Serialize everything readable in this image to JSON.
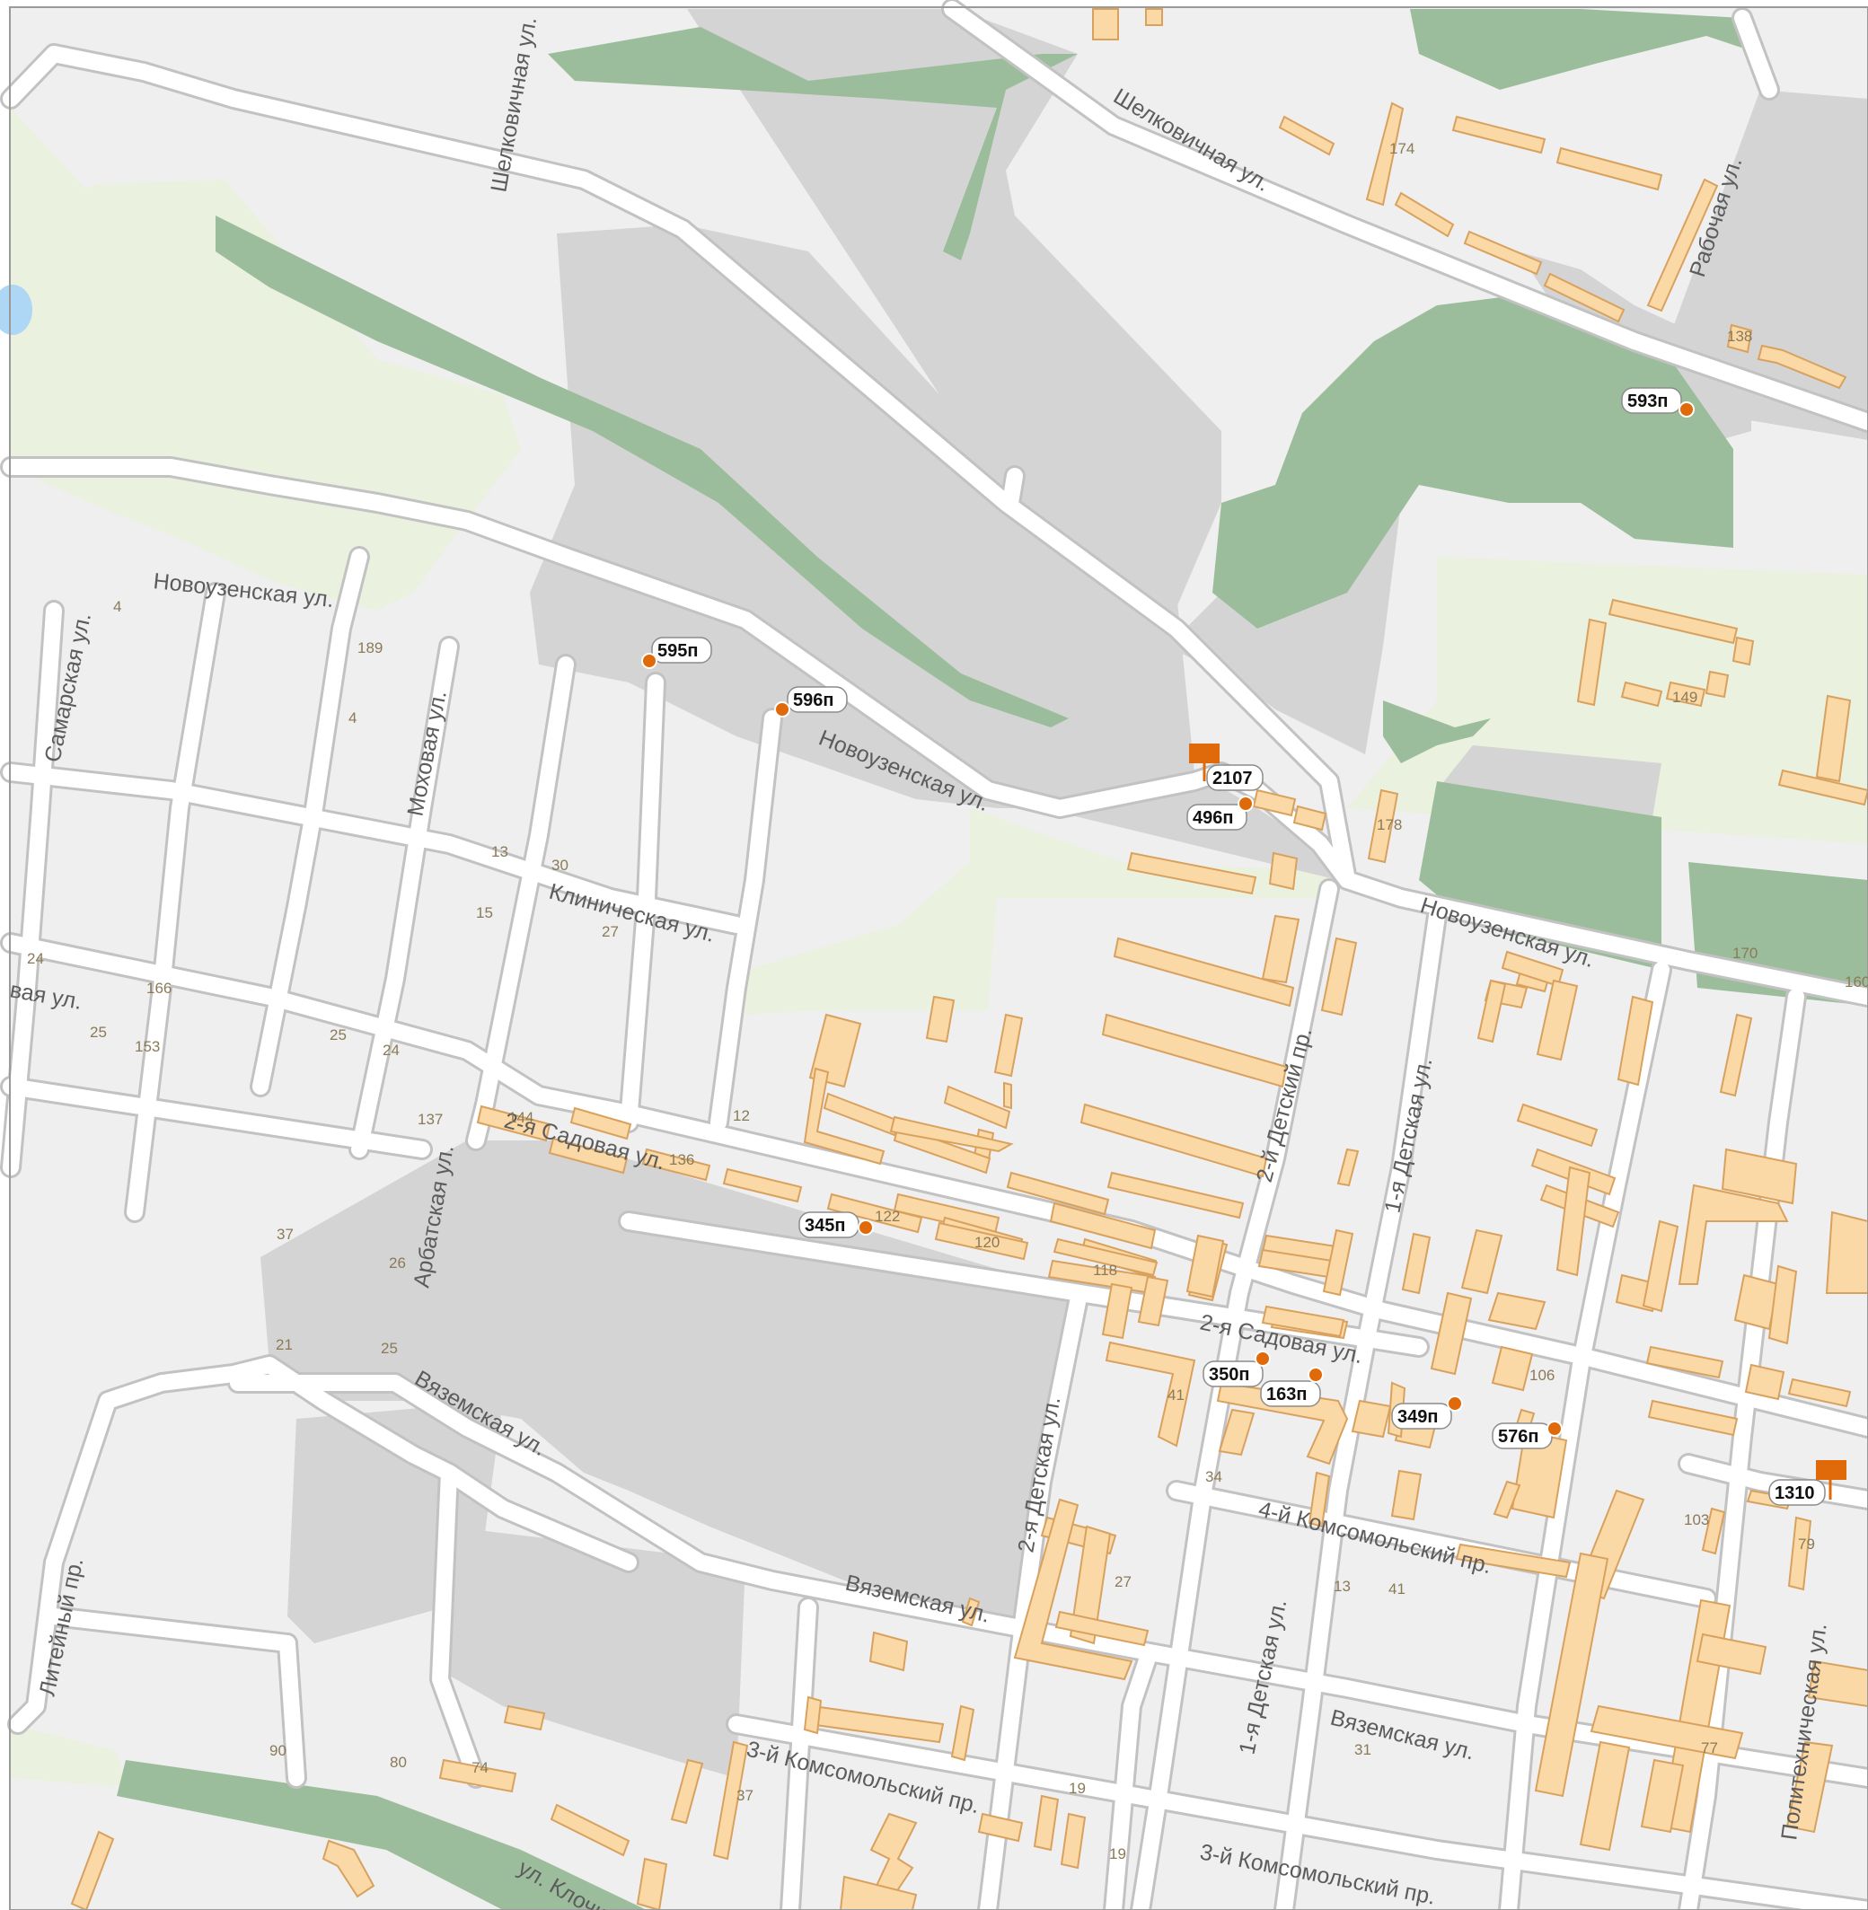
{
  "map": {
    "colors": {
      "background": "#ffffff",
      "block": "#efefef",
      "industrial": "#d4d4d4",
      "park_light": "#eaf1df",
      "park_dark": "#9cbd9c",
      "building": "#fbd9a6",
      "building_stroke": "#d9a15e",
      "road": "#ffffff",
      "road_casing": "#c2c2c2",
      "water": "#aed6f5",
      "marker": "#e06a0a",
      "frame": "#9a9a9a"
    },
    "streets": [
      "Шелковичная ул.",
      "Шелковичная ул.",
      "Рабочая ул.",
      "Новоузенская ул.",
      "Новоузенская ул.",
      "Новоузенская ул.",
      "Самарская ул.",
      "Моховая ул.",
      "Клиническая ул.",
      "2-й Детский пр.",
      "1-я Детская ул.",
      "2-я Садовая ул.",
      "Арбатская ул.",
      "2-я Садовая ул.",
      "Вяземская ул.",
      "2-я Детская ул.",
      "4-й Комсомольский пр.",
      "Вяземская ул.",
      "Литейный пр.",
      "3-й Комсомольский пр.",
      "1-я Детская ул.",
      "Вяземская ул.",
      "3-й Комсомольский пр.",
      "ул. Клочк",
      "Политехническая ул.",
      "вая ул."
    ],
    "house_numbers": [
      "174",
      "138",
      "149",
      "4",
      "189",
      "4",
      "13",
      "30",
      "15",
      "27",
      "24",
      "166",
      "25",
      "153",
      "25",
      "24",
      "137",
      "144",
      "136",
      "12",
      "122",
      "120",
      "118",
      "37",
      "26",
      "21",
      "25",
      "41",
      "34",
      "13",
      "41",
      "106",
      "103",
      "79",
      "178",
      "170",
      "160",
      "27",
      "90",
      "80",
      "74",
      "37",
      "19",
      "19",
      "31",
      "77"
    ],
    "stops": [
      "593п",
      "595п",
      "596п",
      "496п",
      "345п",
      "350п",
      "163п",
      "349п",
      "576п"
    ],
    "flags": [
      "2107",
      "1310"
    ]
  }
}
